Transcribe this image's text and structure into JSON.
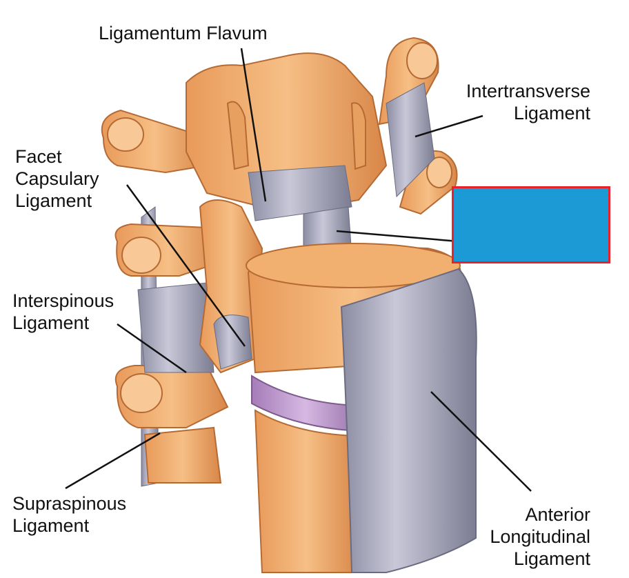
{
  "labels": {
    "ligamentum_flavum": "Ligamentum Flavum",
    "intertransverse_1": "Intertransverse",
    "intertransverse_2": "Ligament",
    "facet_1": "Facet",
    "facet_2": "Capsulary",
    "facet_3": "Ligament",
    "interspinous_1": "Interspinous",
    "interspinous_2": "Ligament",
    "supraspinous_1": "Supraspinous",
    "supraspinous_2": "Ligament",
    "anterior_1": "Anterior",
    "anterior_2": "Longitudinal",
    "anterior_3": "Ligament"
  },
  "colors": {
    "bone": "#f0a868",
    "bone_dark": "#c9783e",
    "ligament": "#a8a8bc",
    "disc": "#b890c8",
    "mask_fill": "#1c9ad6",
    "mask_border": "#e8212b"
  }
}
